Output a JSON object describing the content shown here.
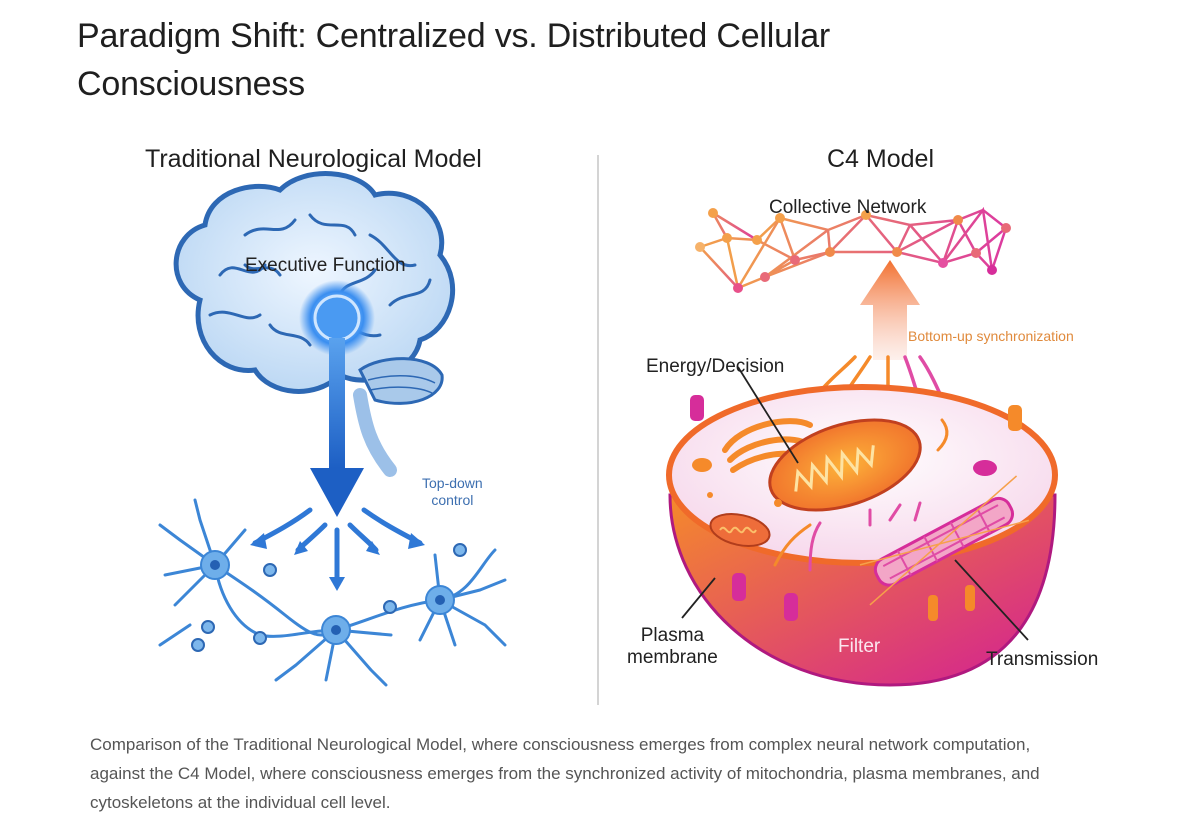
{
  "page": {
    "title": "Paradigm Shift: Centralized vs. Distributed Cellular Consciousness",
    "caption": "Comparison of the Traditional Neurological Model, where consciousness emerges from complex neural network computation, against the C4 Model, where consciousness emerges from the synchronized activity of mitochondria, plasma membranes, and cytoskeletons at the individual cell level."
  },
  "left_panel": {
    "title": "Traditional Neurological Model",
    "labels": {
      "executive_function": "Executive Function",
      "top_down_line1": "Top-down",
      "top_down_line2": "control"
    },
    "colors": {
      "primary": "#2f6fd0",
      "light": "#cfe3f8",
      "outline": "#2d68b4"
    }
  },
  "right_panel": {
    "title": "C4 Model",
    "labels": {
      "collective_network": "Collective Network",
      "bottom_up": "Bottom-up synchronization",
      "energy_decision": "Energy/Decision",
      "plasma_line1": "Plasma",
      "plasma_line2": "membrane",
      "filter": "Filter",
      "transmission": "Transmission"
    },
    "colors": {
      "orange": "#f28a2e",
      "magenta": "#d62d9a",
      "pink_bg": "#fbe9f3"
    }
  }
}
